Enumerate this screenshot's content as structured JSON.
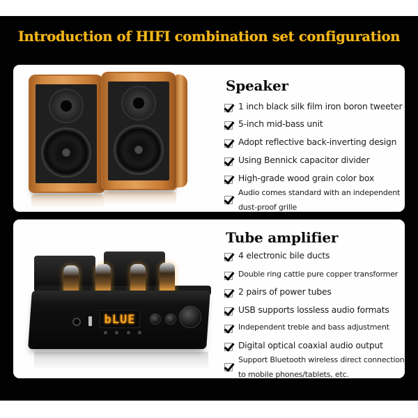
{
  "page": {
    "title": "Introduction of HIFI combination set configuration",
    "colors": {
      "background": "#020202",
      "title": "#f4b61a",
      "panel": "#fefefe",
      "text": "#1a1a1a",
      "display": "#f5a21e"
    }
  },
  "sections": [
    {
      "title": "Speaker",
      "image": "wooden-bookshelf-speakers-pair",
      "features": [
        "1 inch black silk film iron boron tweeter",
        "5-inch mid-bass unit",
        "Adopt reflective back-inverting design",
        "Using Bennick capacitor divider",
        "High-grade wood grain color box",
        "Audio comes standard with an independent dust-proof grille"
      ]
    },
    {
      "title": "Tube amplifier",
      "image": "black-tube-amplifier",
      "display_text": "bLUE",
      "features": [
        "4 electronic bile ducts",
        "Double ring cattle pure copper transformer",
        "2 pairs of power tubes",
        "USB supports lossless audio formats",
        "Independent treble and bass adjustment",
        "Digital optical coaxial audio output",
        "Support Bluetooth wireless direct connection to mobile phones/tablets, etc."
      ]
    }
  ],
  "icons": {
    "feature_bullet": "checkbox-check-icon"
  }
}
